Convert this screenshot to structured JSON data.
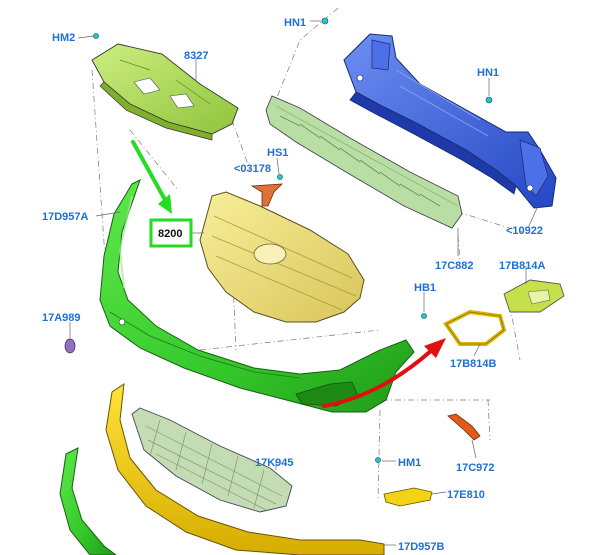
{
  "labels": {
    "hm2": "HM2",
    "p8327": "8327",
    "hn1_top": "HN1",
    "hn1_right": "HN1",
    "hs1": "HS1",
    "p03178": "<03178",
    "p17d957a": "17D957A",
    "p8200": "8200",
    "p10922": "<10922",
    "p17c882": "17C882",
    "p17b814a": "17B814A",
    "hb1": "HB1",
    "p17a989": "17A989",
    "p17b814b": "17B814B",
    "p17k945": "17K945",
    "hm1": "HM1",
    "p17c972": "17C972",
    "p17e810": "17E810",
    "p17d957b": "17D957B"
  },
  "colors": {
    "label_blue": "#1f6fd6",
    "bumper_green": "#39d12e",
    "grille_yellow": "#eee27a",
    "deflector_green": "#b6e06a",
    "beam_blue": "#3a64e0",
    "absorber_green": "#b8dca0",
    "lower_yellow": "#f2d414",
    "arrow_green": "#22dd22",
    "arrow_red": "#e01010",
    "bracket_orange": "#e05a1a",
    "clip_teal": "#27c4c9"
  },
  "highlight": {
    "part": "8200"
  }
}
